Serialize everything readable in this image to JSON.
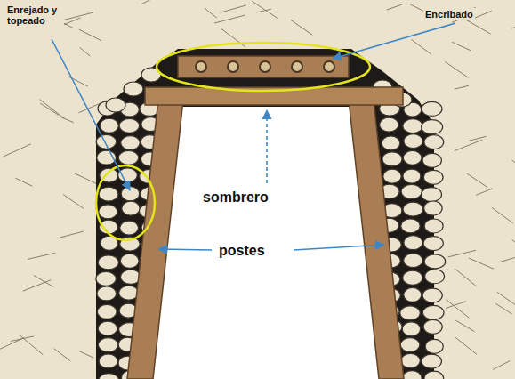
{
  "diagram": {
    "labels": [
      "Enrejado y topeado",
      "Encribado",
      "sombrero",
      "postes"
    ]
  }
}
